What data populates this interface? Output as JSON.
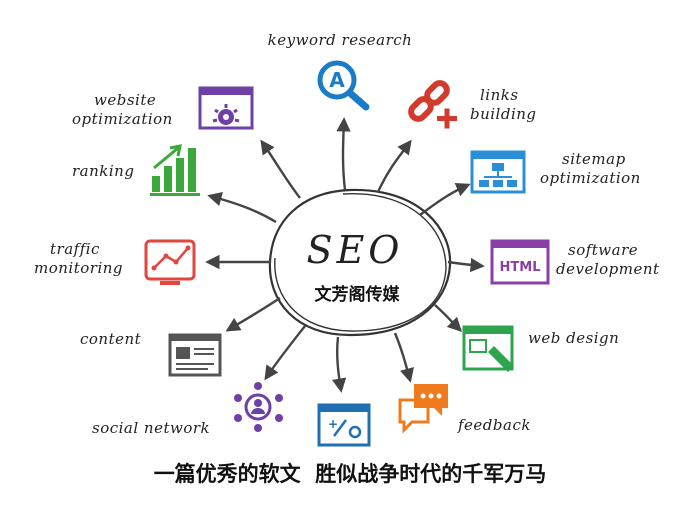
{
  "center": {
    "logo_text": "SEO",
    "brand": "文芳阁传媒"
  },
  "caption": "一篇优秀的软文  胜似战争时代的千军万马",
  "nodes": [
    {
      "id": "keyword-research",
      "label": [
        "keyword research"
      ],
      "icon": "magnifier-a-icon",
      "color": "#1a7bc7"
    },
    {
      "id": "links-building",
      "label": [
        "links",
        "building"
      ],
      "icon": "chain-link-plus-icon",
      "color": "#d23b2b"
    },
    {
      "id": "sitemap-optimization",
      "label": [
        "sitemap",
        "optimization"
      ],
      "icon": "sitemap-icon",
      "color": "#2a8fd6"
    },
    {
      "id": "software-development",
      "label": [
        "software",
        "development"
      ],
      "icon": "html-icon",
      "color": "#8a3fa6"
    },
    {
      "id": "web-design",
      "label": [
        "web design"
      ],
      "icon": "web-design-icon",
      "color": "#2ea44f"
    },
    {
      "id": "feedback",
      "label": [
        "feedback"
      ],
      "icon": "chat-bubbles-icon",
      "color": "#f07b1d"
    },
    {
      "id": "analytics",
      "label": [],
      "icon": "tools-board-icon",
      "color": "#1f6fb2"
    },
    {
      "id": "social-network",
      "label": [
        "social network"
      ],
      "icon": "people-network-icon",
      "color": "#6e3fa6"
    },
    {
      "id": "content",
      "label": [
        "content"
      ],
      "icon": "document-icon",
      "color": "#555555"
    },
    {
      "id": "traffic-monitoring",
      "label": [
        "traffic",
        "monitoring"
      ],
      "icon": "line-chart-icon",
      "color": "#e2463f"
    },
    {
      "id": "ranking",
      "label": [
        "ranking"
      ],
      "icon": "bar-chart-up-icon",
      "color": "#3aa83a"
    },
    {
      "id": "website-optimization",
      "label": [
        "website",
        "optimization"
      ],
      "icon": "gear-window-icon",
      "color": "#6e3fa6"
    }
  ]
}
